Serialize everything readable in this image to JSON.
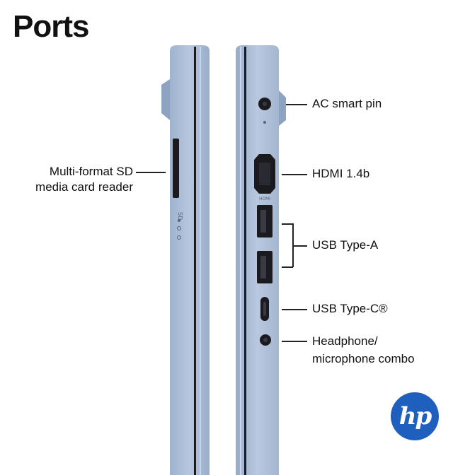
{
  "title": "Ports",
  "left_side": {
    "sd_label_line1": "Multi-format SD",
    "sd_label_line2": "media card reader",
    "sd_engraving": "SD"
  },
  "right_side": {
    "ports": [
      {
        "label": "AC smart pin"
      },
      {
        "label": "HDMI 1.4b"
      },
      {
        "label": "USB Type-A"
      },
      {
        "label": "USB Type-C®"
      },
      {
        "label_line1": "Headphone/",
        "label_line2": "microphone combo"
      }
    ],
    "hdmi_engraving": "HDMI"
  },
  "brand": {
    "logo_text": "hp"
  },
  "colors": {
    "body": "#a9bcd6",
    "body_dark": "#8ea3c2",
    "body_light": "#c3d1e5",
    "port": "#1b1b1f",
    "brand_blue": "#1f5fbd"
  }
}
